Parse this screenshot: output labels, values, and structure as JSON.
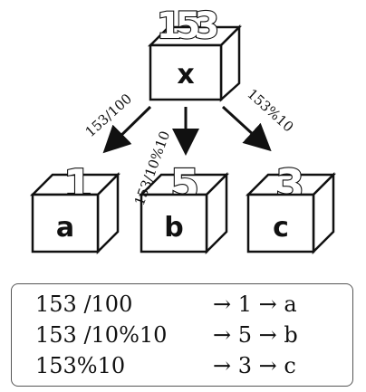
{
  "number": "153",
  "boxes": {
    "top": "x",
    "left": "a",
    "middle": "b",
    "right": "c"
  },
  "digits": {
    "a": "1",
    "b": "5",
    "c": "3"
  },
  "arrows": {
    "left_label": "153/100",
    "middle_label": "153/10%10",
    "right_label": "153%10"
  },
  "legend": [
    {
      "expr": "153 /100",
      "result": "→ 1 → a"
    },
    {
      "expr": "153 /10%10",
      "result": "→ 5 → b"
    },
    {
      "expr": "153%10",
      "result": "→ 3 → c"
    }
  ]
}
